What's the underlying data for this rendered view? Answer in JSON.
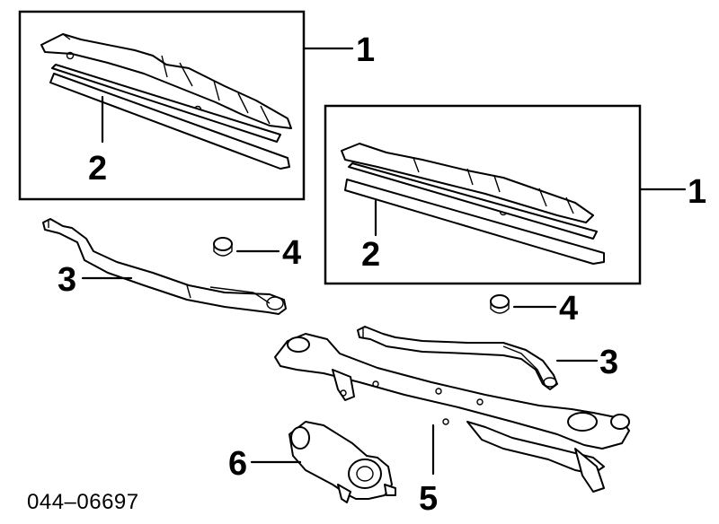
{
  "diagram": {
    "code": "044–06697",
    "callouts": {
      "blade_assembly_left": "1",
      "blade_assembly_right": "1",
      "blade_refill_left": "2",
      "blade_refill_right": "2",
      "wiper_arm_left": "3",
      "wiper_arm_right": "3",
      "pivot_cap_left": "4",
      "pivot_cap_right": "4",
      "linkage": "5",
      "motor": "6"
    }
  }
}
